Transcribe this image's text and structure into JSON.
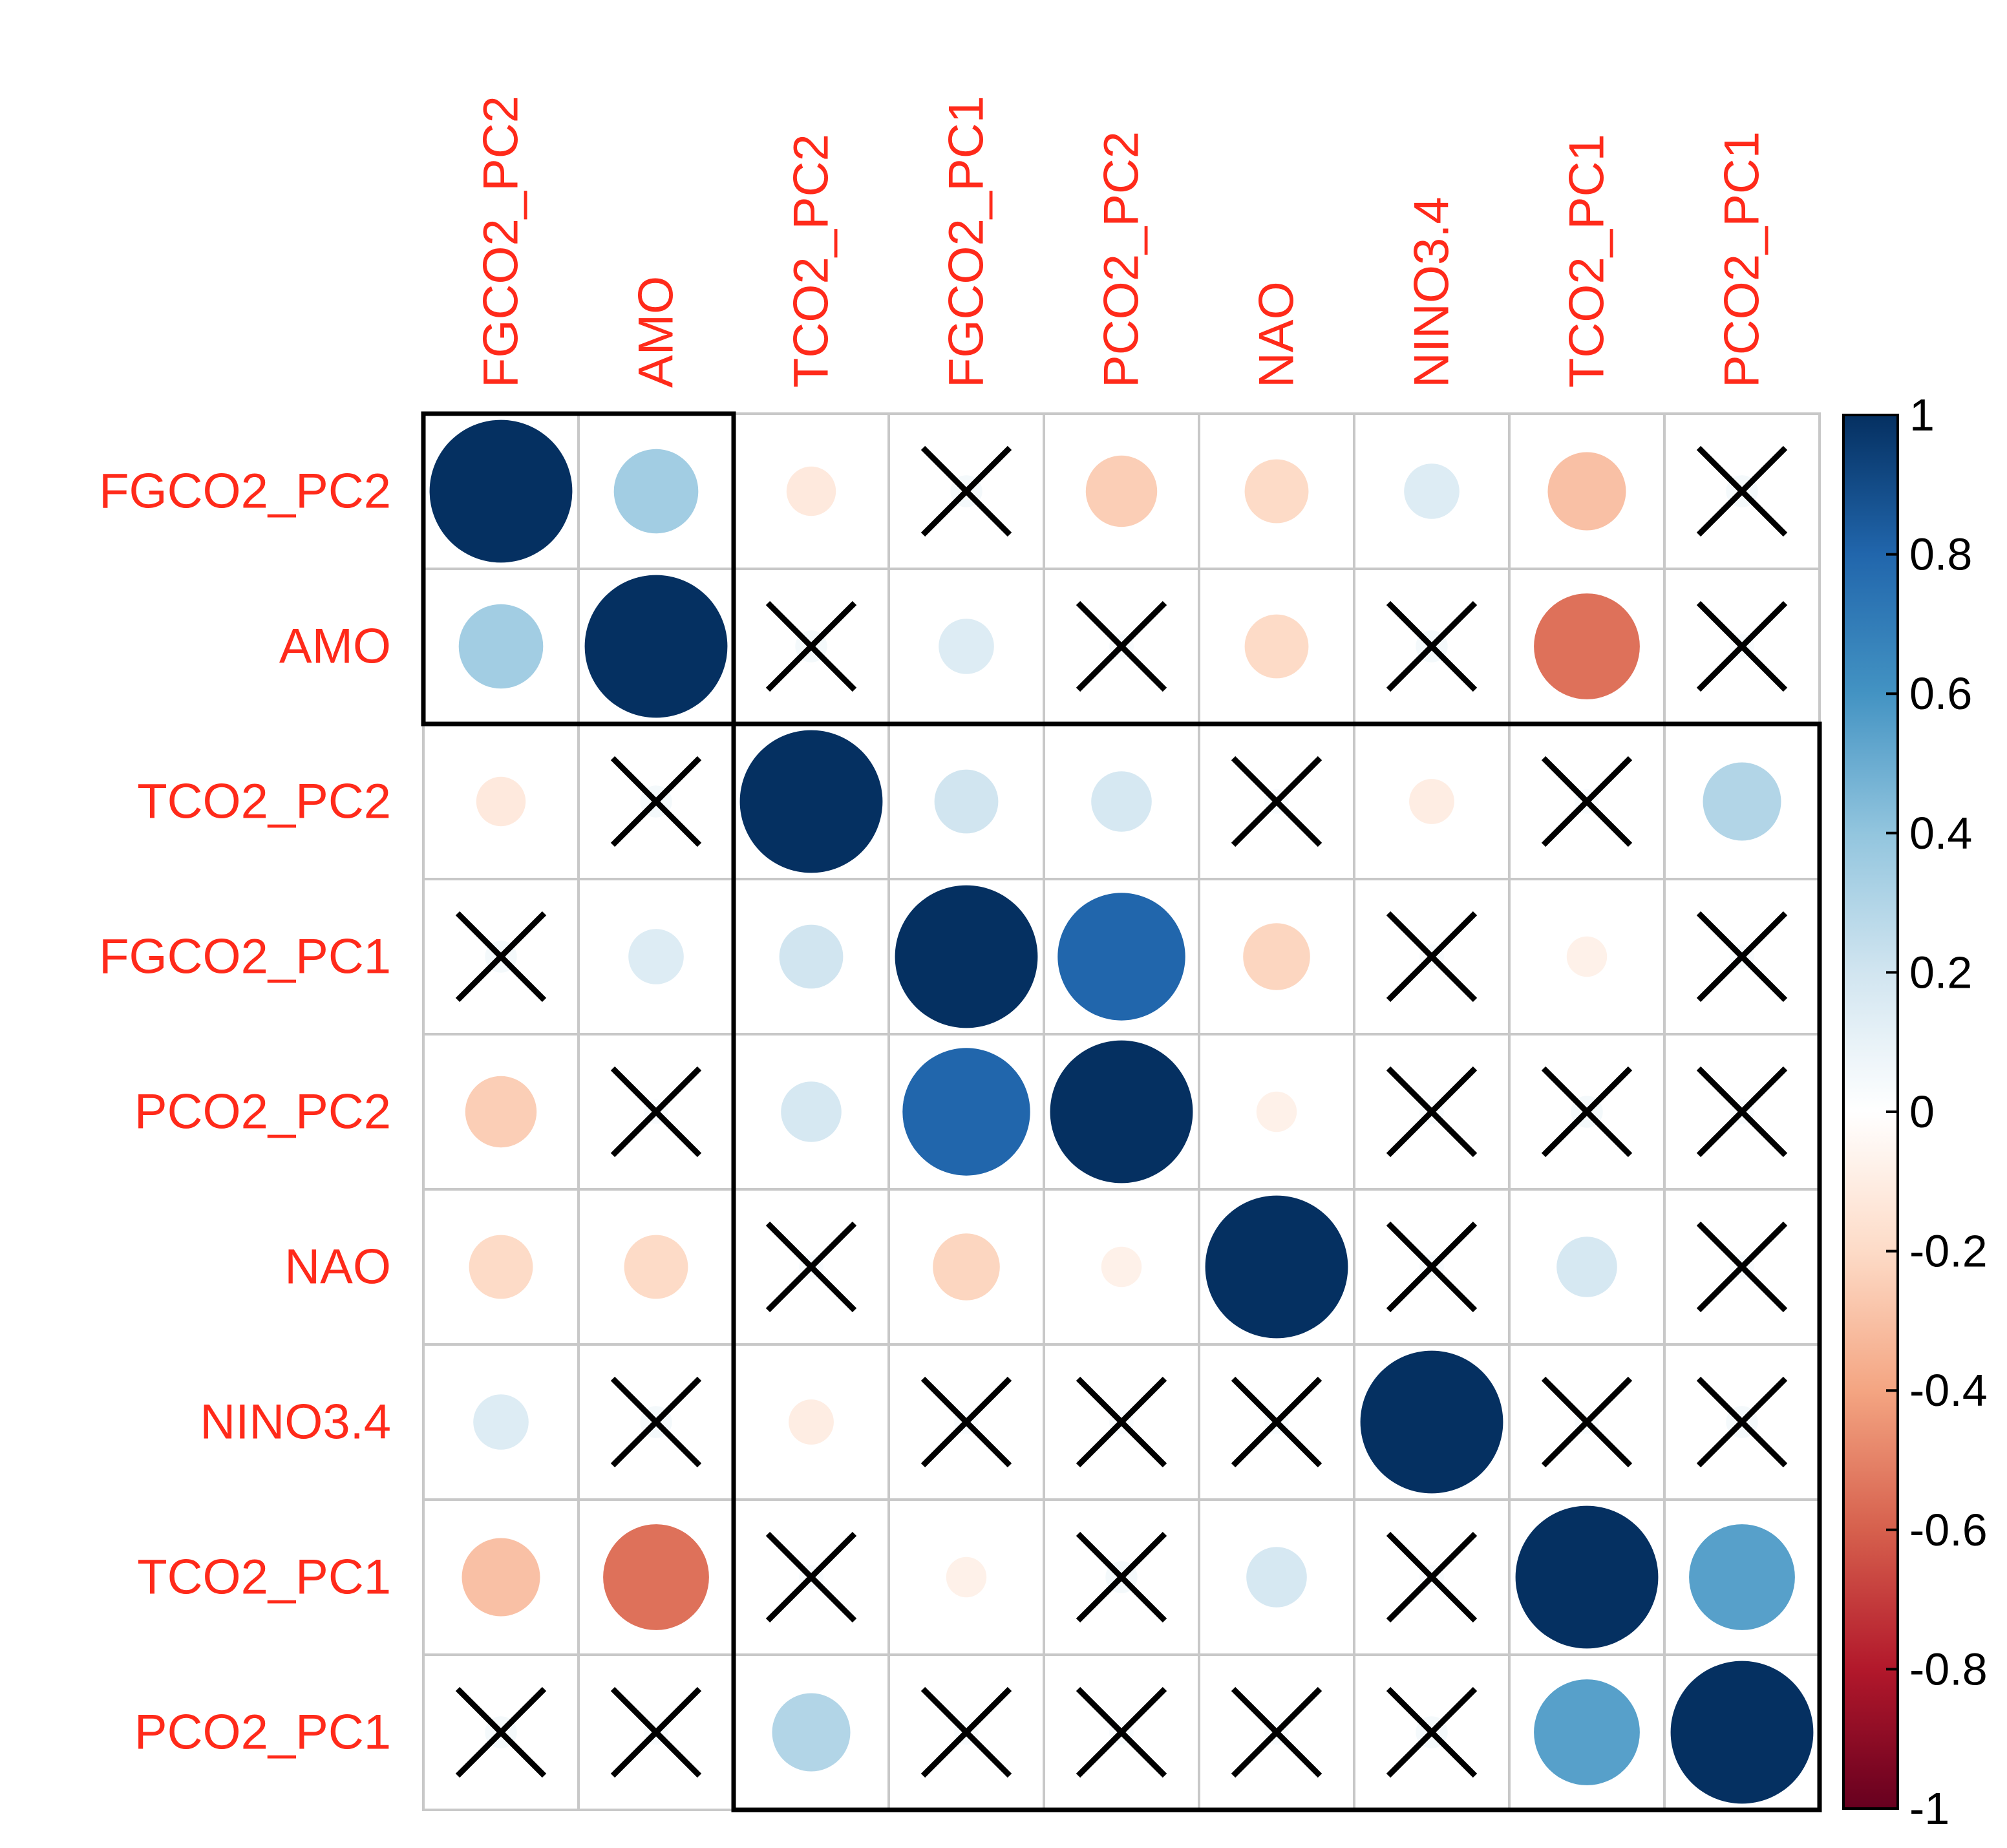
{
  "chart_data": {
    "type": "heatmap",
    "variant": "correlation-circle-matrix",
    "title": "",
    "xlabel": "",
    "ylabel": "",
    "variables": [
      "FGCO2_PC2",
      "AMO",
      "TCO2_PC2",
      "FGCO2_PC1",
      "PCO2_PC2",
      "NAO",
      "NINO3.4",
      "TCO2_PC1",
      "PCO2_PC1"
    ],
    "label_color": "#FF2A1A",
    "matrix": [
      [
        1.0,
        0.35,
        -0.12,
        0.05,
        -0.25,
        -0.2,
        0.15,
        -0.3,
        0.05
      ],
      [
        0.35,
        1.0,
        0.05,
        0.15,
        0.03,
        -0.2,
        0.05,
        -0.55,
        0.03
      ],
      [
        -0.12,
        0.05,
        1.0,
        0.2,
        0.18,
        0.03,
        -0.1,
        0.03,
        0.3
      ],
      [
        0.05,
        0.15,
        0.2,
        1.0,
        0.8,
        -0.22,
        0.03,
        -0.08,
        0.03
      ],
      [
        -0.25,
        0.03,
        0.18,
        0.8,
        1.0,
        -0.08,
        0.03,
        0.05,
        0.03
      ],
      [
        -0.2,
        -0.2,
        0.03,
        -0.22,
        -0.08,
        1.0,
        0.03,
        0.18,
        0.03
      ],
      [
        0.15,
        0.05,
        -0.1,
        0.03,
        0.03,
        0.03,
        1.0,
        0.03,
        0.05
      ],
      [
        -0.3,
        -0.55,
        0.03,
        -0.08,
        0.05,
        0.18,
        0.03,
        1.0,
        0.55
      ],
      [
        0.05,
        0.03,
        0.3,
        0.03,
        0.03,
        0.03,
        0.05,
        0.55,
        1.0
      ]
    ],
    "insignificant": [
      [
        false,
        false,
        false,
        true,
        false,
        false,
        false,
        false,
        true
      ],
      [
        false,
        false,
        true,
        false,
        true,
        false,
        true,
        false,
        true
      ],
      [
        false,
        true,
        false,
        false,
        false,
        true,
        false,
        true,
        false
      ],
      [
        true,
        false,
        false,
        false,
        false,
        false,
        true,
        false,
        true
      ],
      [
        false,
        true,
        false,
        false,
        false,
        false,
        true,
        true,
        true
      ],
      [
        false,
        false,
        true,
        false,
        false,
        false,
        true,
        false,
        true
      ],
      [
        false,
        true,
        false,
        true,
        true,
        true,
        false,
        true,
        true
      ],
      [
        false,
        false,
        true,
        false,
        true,
        false,
        true,
        false,
        false
      ],
      [
        true,
        true,
        false,
        true,
        true,
        true,
        true,
        false,
        false
      ]
    ],
    "clusters": [
      {
        "from": 0,
        "to": 1
      },
      {
        "from": 2,
        "to": 8
      }
    ],
    "colorbar": {
      "min": -1,
      "max": 1,
      "tick_labels": [
        "1",
        "0.8",
        "0.6",
        "0.4",
        "0.2",
        "0",
        "-0.2",
        "-0.4",
        "-0.6",
        "-0.8",
        "-1"
      ],
      "tick_values": [
        1,
        0.8,
        0.6,
        0.4,
        0.2,
        0,
        -0.2,
        -0.4,
        -0.6,
        -0.8,
        -1
      ],
      "palette": [
        "#67001F",
        "#B2182B",
        "#D6604D",
        "#F4A582",
        "#FDDBC7",
        "#FFFFFF",
        "#D1E5F0",
        "#92C5DE",
        "#4393C3",
        "#2166AC",
        "#053061"
      ]
    },
    "grid": true,
    "legend": "right"
  }
}
